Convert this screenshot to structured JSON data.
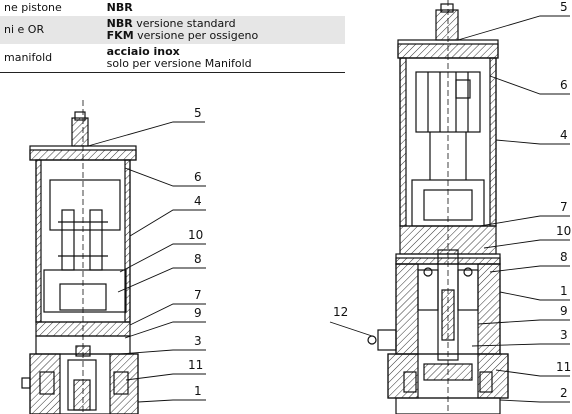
{
  "materials_table": {
    "rows": [
      {
        "component": "ne pistone",
        "value_bold": "NBR",
        "value_rest": ""
      },
      {
        "component": "ni e OR",
        "lines": [
          {
            "bold": "NBR",
            "rest": " versione standard"
          },
          {
            "bold": "FKM",
            "rest": " versione per ossigeno"
          }
        ]
      },
      {
        "component": "manifold",
        "lines": [
          {
            "bold": "acciaio inox",
            "rest": ""
          },
          {
            "bold": "",
            "rest": "solo per versione Manifold"
          }
        ]
      }
    ]
  },
  "left_drawing": {
    "labels": [
      "5",
      "6",
      "4",
      "10",
      "8",
      "7",
      "9",
      "3",
      "11",
      "1"
    ]
  },
  "right_drawing": {
    "labels": [
      "5",
      "6",
      "4",
      "7",
      "10",
      "8",
      "1",
      "9",
      "12",
      "3",
      "11",
      "2"
    ]
  }
}
